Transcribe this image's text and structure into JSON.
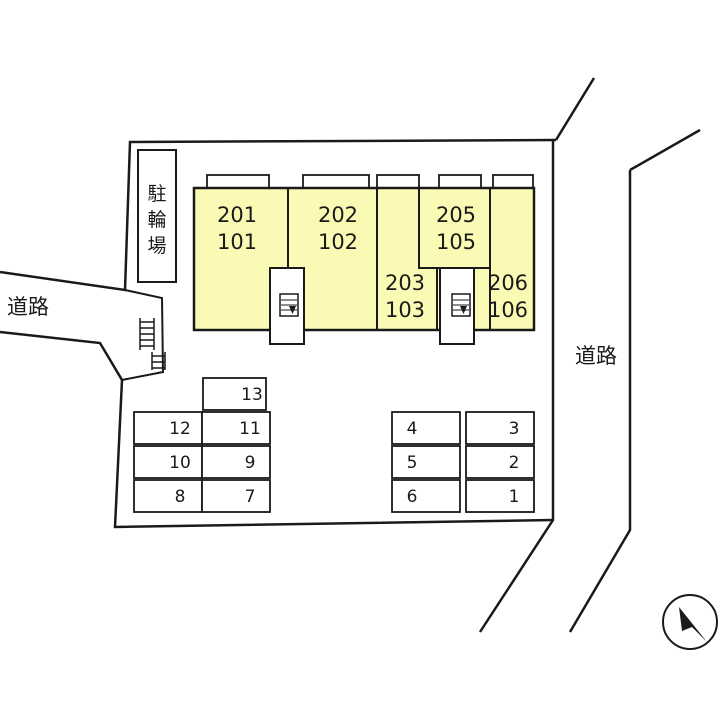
{
  "roads": {
    "left_label": "道路",
    "right_label": "道路"
  },
  "bicycle_parking": {
    "chars": [
      "駐",
      "輪",
      "場"
    ]
  },
  "units": [
    {
      "upper": "201",
      "lower": "101"
    },
    {
      "upper": "202",
      "lower": "102"
    },
    {
      "upper": "203",
      "lower": "103"
    },
    {
      "upper": "205",
      "lower": "105"
    },
    {
      "upper": "206",
      "lower": "106"
    }
  ],
  "parking": {
    "left": [
      "13",
      "12",
      "11",
      "10",
      "9",
      "8",
      "7"
    ],
    "right": [
      "4",
      "3",
      "5",
      "2",
      "6",
      "1"
    ]
  },
  "colors": {
    "building_fill": "#fafab4",
    "line": "#1a1a1a"
  },
  "icons": {
    "compass": "north-arrow-icon",
    "stairs": "stairs-icon"
  }
}
